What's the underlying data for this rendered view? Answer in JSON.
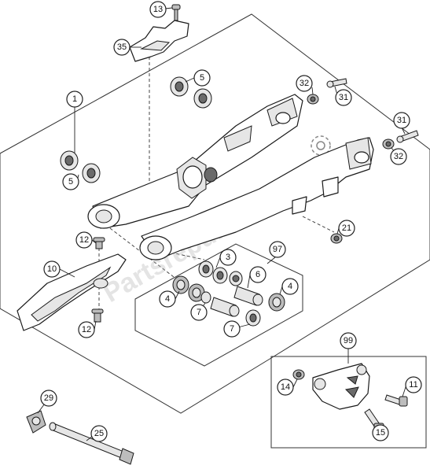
{
  "watermark": "Partsrepublik",
  "callouts": [
    {
      "id": "c13",
      "label": "13"
    },
    {
      "id": "c35",
      "label": "35"
    },
    {
      "id": "c5a",
      "label": "5"
    },
    {
      "id": "c32a",
      "label": "32"
    },
    {
      "id": "c31a",
      "label": "31"
    },
    {
      "id": "c1",
      "label": "1"
    },
    {
      "id": "c31b",
      "label": "31"
    },
    {
      "id": "c32b",
      "label": "32"
    },
    {
      "id": "c5b",
      "label": "5"
    },
    {
      "id": "c21",
      "label": "21"
    },
    {
      "id": "c12a",
      "label": "12"
    },
    {
      "id": "c97",
      "label": "97"
    },
    {
      "id": "c10",
      "label": "10"
    },
    {
      "id": "c3",
      "label": "3"
    },
    {
      "id": "c6",
      "label": "6"
    },
    {
      "id": "c4a",
      "label": "4"
    },
    {
      "id": "c4b",
      "label": "4"
    },
    {
      "id": "c7a",
      "label": "7"
    },
    {
      "id": "c7b",
      "label": "7"
    },
    {
      "id": "c12b",
      "label": "12"
    },
    {
      "id": "c99",
      "label": "99"
    },
    {
      "id": "c14",
      "label": "14"
    },
    {
      "id": "c11",
      "label": "11"
    },
    {
      "id": "c15",
      "label": "15"
    },
    {
      "id": "c29",
      "label": "29"
    },
    {
      "id": "c25",
      "label": "25"
    }
  ]
}
